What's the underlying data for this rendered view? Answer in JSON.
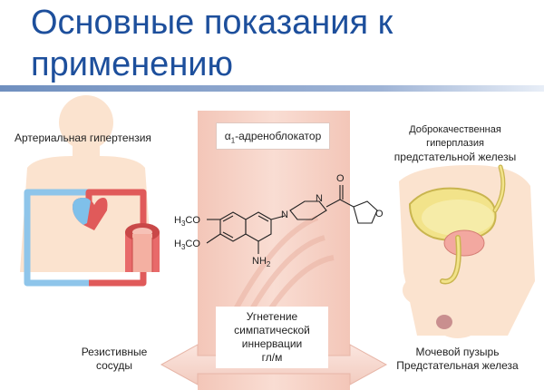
{
  "title": {
    "line1": "Основные показания к",
    "line2": "применению"
  },
  "left_panel": {
    "condition": "Артериальная гипертензия",
    "target_line1": "Резистивные",
    "target_line2": "сосуды"
  },
  "center_panel": {
    "drug_prefix": "α",
    "drug_sub": "1",
    "drug_suffix": "-адреноблокатор",
    "molecule": {
      "group_top": "H3CO",
      "group_bottom": "H3CO",
      "amine": "NH2",
      "n_label": "N",
      "o_label": "O"
    },
    "effect_line1": "Угнетение",
    "effect_line2": "симпатической",
    "effect_line3": "иннервации",
    "effect_line4": "гл/м"
  },
  "right_panel": {
    "condition_line1": "Доброкачественная",
    "condition_line2": "гиперплазия",
    "condition_line3": "предстательной железы",
    "target_line1": "Мочевой пузырь",
    "target_line2": "Предстательная железа"
  },
  "colors": {
    "title": "#1d4f9c",
    "center_band": "#f6d2c8",
    "body_silhouette": "#fbe3cf",
    "artery_red": "#e05a5a",
    "vein_blue": "#8ec5ea",
    "prostate_yellow": "#f2e38a"
  }
}
